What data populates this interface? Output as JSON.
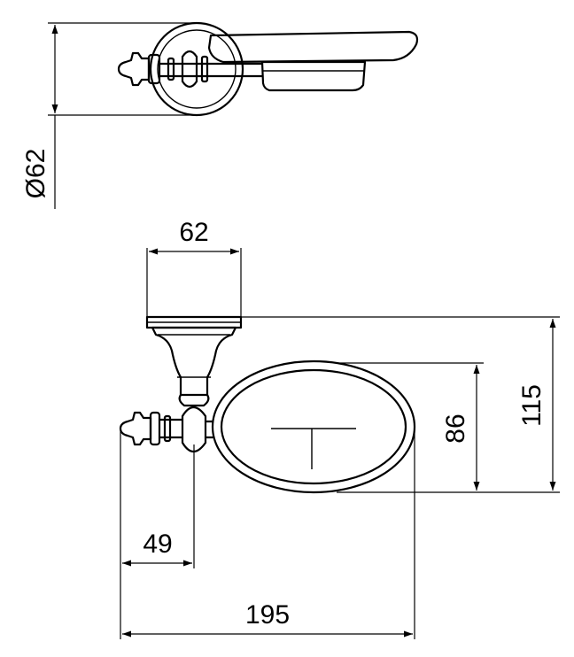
{
  "dimensions": {
    "diameter": "Ø62",
    "width_plate": "62",
    "height_total": "115",
    "height_dish": "86",
    "offset_wall": "49",
    "length_total": "195"
  },
  "colors": {
    "line": "#000000",
    "background": "#ffffff"
  }
}
